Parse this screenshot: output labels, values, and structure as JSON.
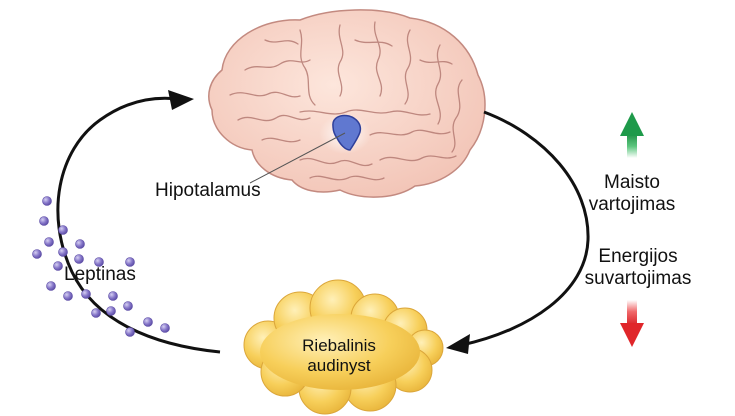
{
  "labels": {
    "hypothalamus": "Hipotalamus",
    "leptin": "Leptinas",
    "adipose_line1": "Riebalinis",
    "adipose_line2": "audinyst",
    "food_intake_line1": "Maisto",
    "food_intake_line2": "vartojimas",
    "energy_line1": "Energijos",
    "energy_line2": "suvartojimas"
  },
  "indicators": {
    "food_intake": {
      "direction": "up",
      "color": "#1e9a4a"
    },
    "energy_expenditure": {
      "direction": "down",
      "color": "#e0262a"
    }
  },
  "colors": {
    "brain_fill": "#f6cfc2",
    "brain_outline": "#c98e84",
    "hypothalamus_fill": "#5b6fc9",
    "fat_fill": "#f7cd55",
    "leptin_dot": "#7a6cc0",
    "arrow": "#111111"
  },
  "icons": [
    "brain-icon",
    "hypothalamus-icon",
    "adipose-tissue-icon",
    "leptin-molecule-icon",
    "up-arrow-icon",
    "down-arrow-icon"
  ]
}
